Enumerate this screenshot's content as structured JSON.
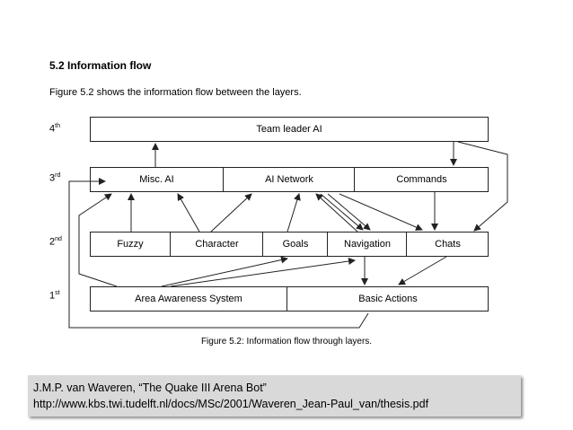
{
  "section_title": "5.2 Information flow",
  "intro_text": "Figure 5.2 shows the information flow between the layers.",
  "layers": [
    {
      "num": "4",
      "suffix": "th"
    },
    {
      "num": "3",
      "suffix": "rd"
    },
    {
      "num": "2",
      "suffix": "nd"
    },
    {
      "num": "1",
      "suffix": "st"
    }
  ],
  "layer4": {
    "boxes": [
      "Team leader AI"
    ]
  },
  "layer3": {
    "boxes": [
      "Misc. AI",
      "AI Network",
      "Commands"
    ]
  },
  "layer2": {
    "boxes": [
      "Fuzzy",
      "Character",
      "Goals",
      "Navigation",
      "Chats"
    ]
  },
  "layer1": {
    "boxes": [
      "Area Awareness System",
      "Basic Actions"
    ]
  },
  "figure_caption": "Figure 5.2: Information flow through layers.",
  "citation": {
    "line1": "J.M.P. van Waveren, “The Quake III Arena Bot”",
    "line2": "http://www.kbs.twi.tudelft.nl/docs/MSc/2001/Waveren_Jean-Paul_van/thesis.pdf"
  }
}
